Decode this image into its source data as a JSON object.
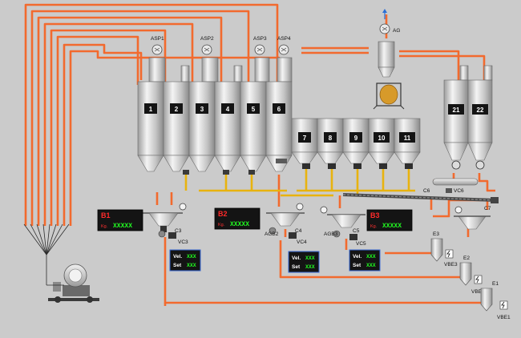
{
  "colors": {
    "background": "#cbcbcb",
    "pipe_pneumatic": "#f26a2e",
    "pipe_screw": "#e8b30f",
    "display_background": "#141414",
    "display_value": "#22ff22",
    "display_name": "#ff2a2a"
  },
  "suction_units": [
    {
      "label": "ASP1",
      "icon": "fan-icon"
    },
    {
      "label": "ASP2",
      "icon": "fan-icon"
    },
    {
      "label": "ASP3",
      "icon": "fan-icon"
    },
    {
      "label": "ASP4",
      "icon": "fan-icon"
    },
    {
      "label": "AG",
      "icon": "fan-icon"
    }
  ],
  "silos_tall": [
    {
      "number": "1"
    },
    {
      "number": "2"
    },
    {
      "number": "3"
    },
    {
      "number": "4"
    },
    {
      "number": "5"
    },
    {
      "number": "6"
    }
  ],
  "silos_short": [
    {
      "number": "7"
    },
    {
      "number": "8"
    },
    {
      "number": "9"
    },
    {
      "number": "10"
    },
    {
      "number": "11"
    }
  ],
  "silos_right": [
    {
      "number": "21"
    },
    {
      "number": "22"
    }
  ],
  "scales": [
    {
      "name": "B1",
      "kg_label": "Kg.",
      "kg_value": "XXXXX"
    },
    {
      "name": "B2",
      "kg_label": "Kg.",
      "kg_value": "XXXXX"
    },
    {
      "name": "B3",
      "kg_label": "Kg.",
      "kg_value": "XXXXX"
    }
  ],
  "speed_panels": [
    {
      "vel_label": "Vel.",
      "vel_value": "XXX",
      "set_label": "Set",
      "set_value": "XXX"
    },
    {
      "vel_label": "Vel.",
      "vel_value": "XXX",
      "set_label": "Set",
      "set_value": "XXX"
    },
    {
      "vel_label": "Vel.",
      "vel_value": "XXX",
      "set_label": "Set",
      "set_value": "XXX"
    }
  ],
  "equipment_labels": {
    "c3": "C3",
    "vc3": "VC3",
    "c4": "C4",
    "vc4": "VC4",
    "agb2": "AGB2",
    "c5": "C5",
    "vc5": "VC5",
    "agb3": "AGB3",
    "c6": "C6",
    "vc6": "VC6",
    "c7": "C7"
  },
  "pump_stations": [
    {
      "label": "E3",
      "sub_label": "VBE3"
    },
    {
      "label": "E2",
      "sub_label": "VBE2"
    },
    {
      "label": "E1",
      "sub_label": "VBE1"
    }
  ]
}
